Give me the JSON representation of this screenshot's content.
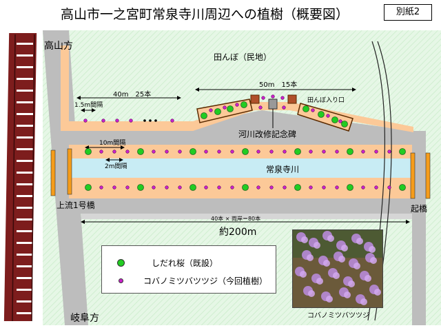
{
  "header": {
    "title": "高山市一之宮町常泉寺川周辺への植樹（概要図）",
    "badge": "別紙2"
  },
  "places": {
    "north": "高山方",
    "south": "岐阜方",
    "field": "田んぼ（民地）",
    "river": "常泉寺川",
    "bridge_upstream": "上流1号橋",
    "bridge_end": "起橋",
    "monument": "河川改修記念碑",
    "field_entrance": "田んぼ入り口"
  },
  "measurements": {
    "upper_row": "40m　25本",
    "upper_spacing": "1.5m間隔",
    "middle_section": "50m　15本",
    "river_spacing_a": "10m間隔",
    "river_spacing_b": "2m間隔",
    "total_count": "40本 × 両岸＝80本",
    "total_length": "約200m"
  },
  "legend": {
    "items": [
      {
        "label": "しだれ桜（既設）",
        "color": "#22cc22"
      },
      {
        "label": "コバノミツバツツジ（今回植樹）",
        "color": "#cc22cc"
      }
    ]
  },
  "photo_caption": "コバノミツバツツジ",
  "colors": {
    "field": "#e8f8e8",
    "road": "#bdbdbd",
    "bank": "#fcc998",
    "river": "#c8ecf4",
    "rail": "#7d1d1d",
    "bridge": "#f59c1a"
  }
}
